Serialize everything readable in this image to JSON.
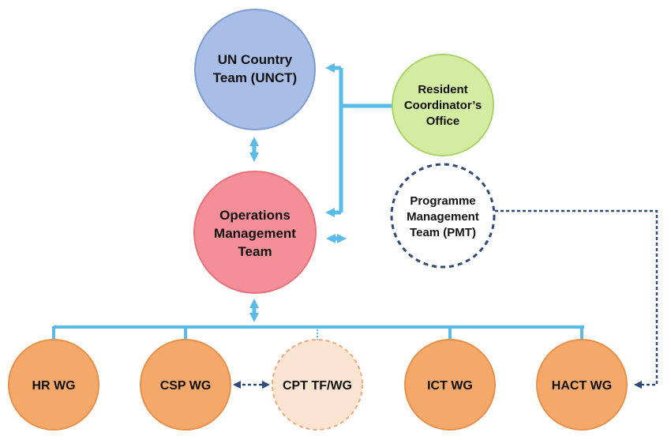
{
  "nodes": {
    "unct": {
      "line1": "UN Country",
      "line2": "Team (UNCT)"
    },
    "rco": {
      "line1": "Resident",
      "line2": "Coordinator’s",
      "line3": "Office"
    },
    "omt": {
      "line1": "Operations",
      "line2": "Management",
      "line3": "Team"
    },
    "pmt": {
      "line1": "Programme",
      "line2": "Management",
      "line3": "Team (PMT)"
    },
    "hr_wg": {
      "label": "HR WG"
    },
    "csp_wg": {
      "label": "CSP WG"
    },
    "cpt_tf_wg": {
      "label": "CPT TF/WG"
    },
    "ict_wg": {
      "label": "ICT WG"
    },
    "hact_wg": {
      "label": "HACT WG"
    }
  },
  "colors": {
    "connector": "#5bbbe8",
    "dashed_connector": "#2f4a7a",
    "unct_fill": "#a9bee6",
    "unct_stroke": "#7f9bd3",
    "rco_fill": "#d3eca1",
    "rco_stroke": "#a9d468",
    "omt_fill": "#f48f98",
    "omt_stroke": "#ea6f7a",
    "wg_fill": "#f4a86a",
    "wg_stroke": "#e8904a",
    "cpt_fill": "#fbe4d2",
    "cpt_stroke": "#f0a878",
    "pmt_stroke": "#2f4a7a"
  }
}
